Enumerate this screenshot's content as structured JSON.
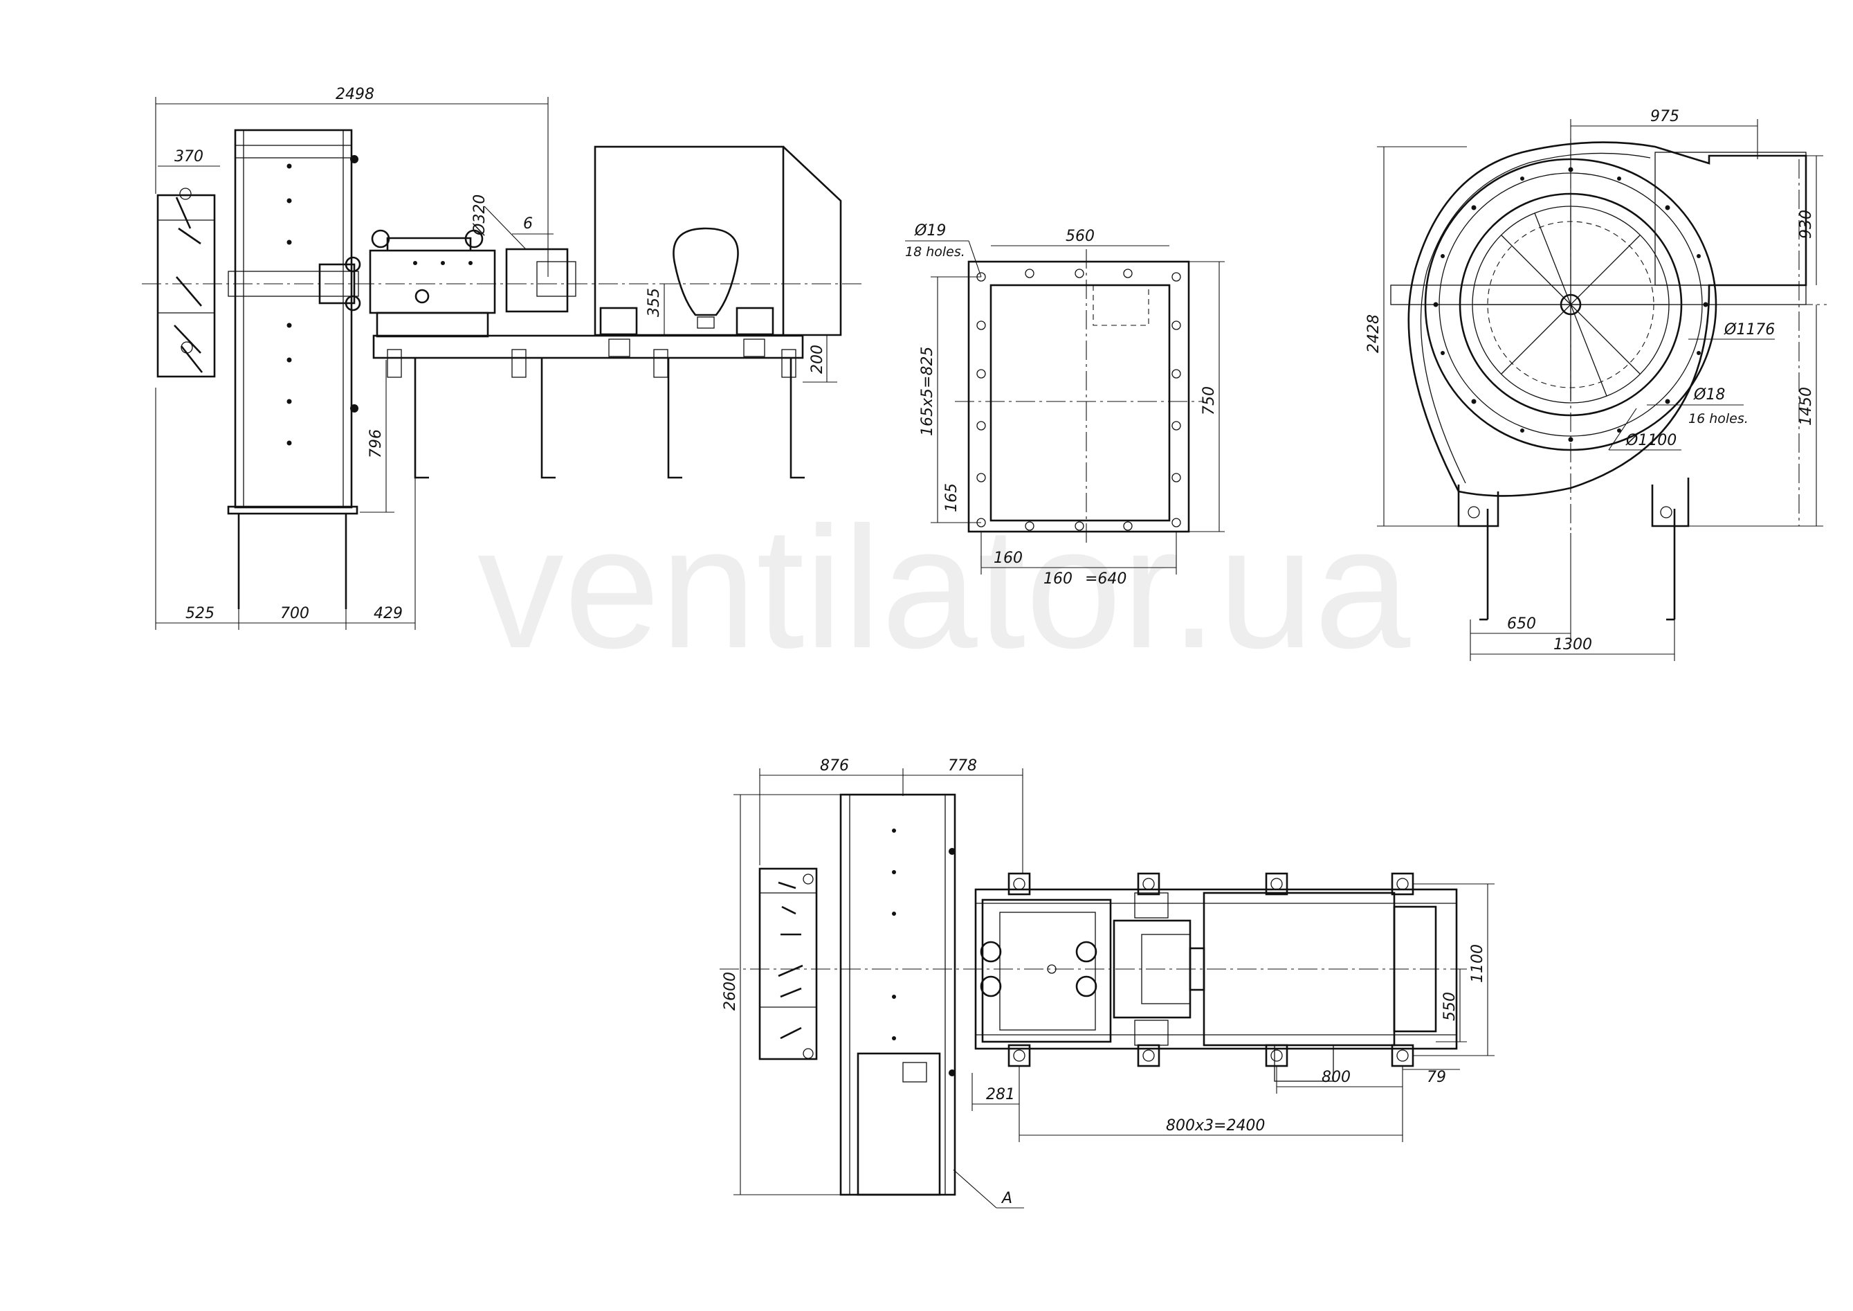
{
  "watermark": "ventilator.ua",
  "side_view": {
    "dims": {
      "overall_length": "2498",
      "inlet_box": "370",
      "shaft_dia": "Ø320",
      "coupling_gap": "6",
      "shaft_height": "355",
      "frame_height": "200",
      "inlet_height": "796",
      "left_offset": "525",
      "housing_width": "700",
      "right_offset": "429"
    }
  },
  "flange_view": {
    "dims": {
      "holes": "Ø19",
      "holes_note": "18 holes.",
      "width": "560",
      "pitch_vertical": "165x5=825",
      "height": "750",
      "pitch_first": "165",
      "pitch_h_a": "160",
      "pitch_h_b": "160",
      "pitch_h_total": "=640"
    }
  },
  "front_view": {
    "dims": {
      "outlet_width": "975",
      "outlet_height": "930",
      "total_height": "2428",
      "bore_a": "Ø1176",
      "bore_b": "Ø18",
      "bore_b_note": "16 holes.",
      "axis_height": "1450",
      "bore_c": "Ø1100",
      "foot_half": "650",
      "foot_span": "1300"
    }
  },
  "plan_view": {
    "dims": {
      "left_part": "876",
      "right_part": "778",
      "total_width": "2600",
      "frame_width": "1100",
      "motor_half": "550",
      "offset_281": "281",
      "motor_span": "800",
      "end_offset": "79",
      "frame_pitch": "800x3=2400",
      "callout": "A"
    }
  }
}
